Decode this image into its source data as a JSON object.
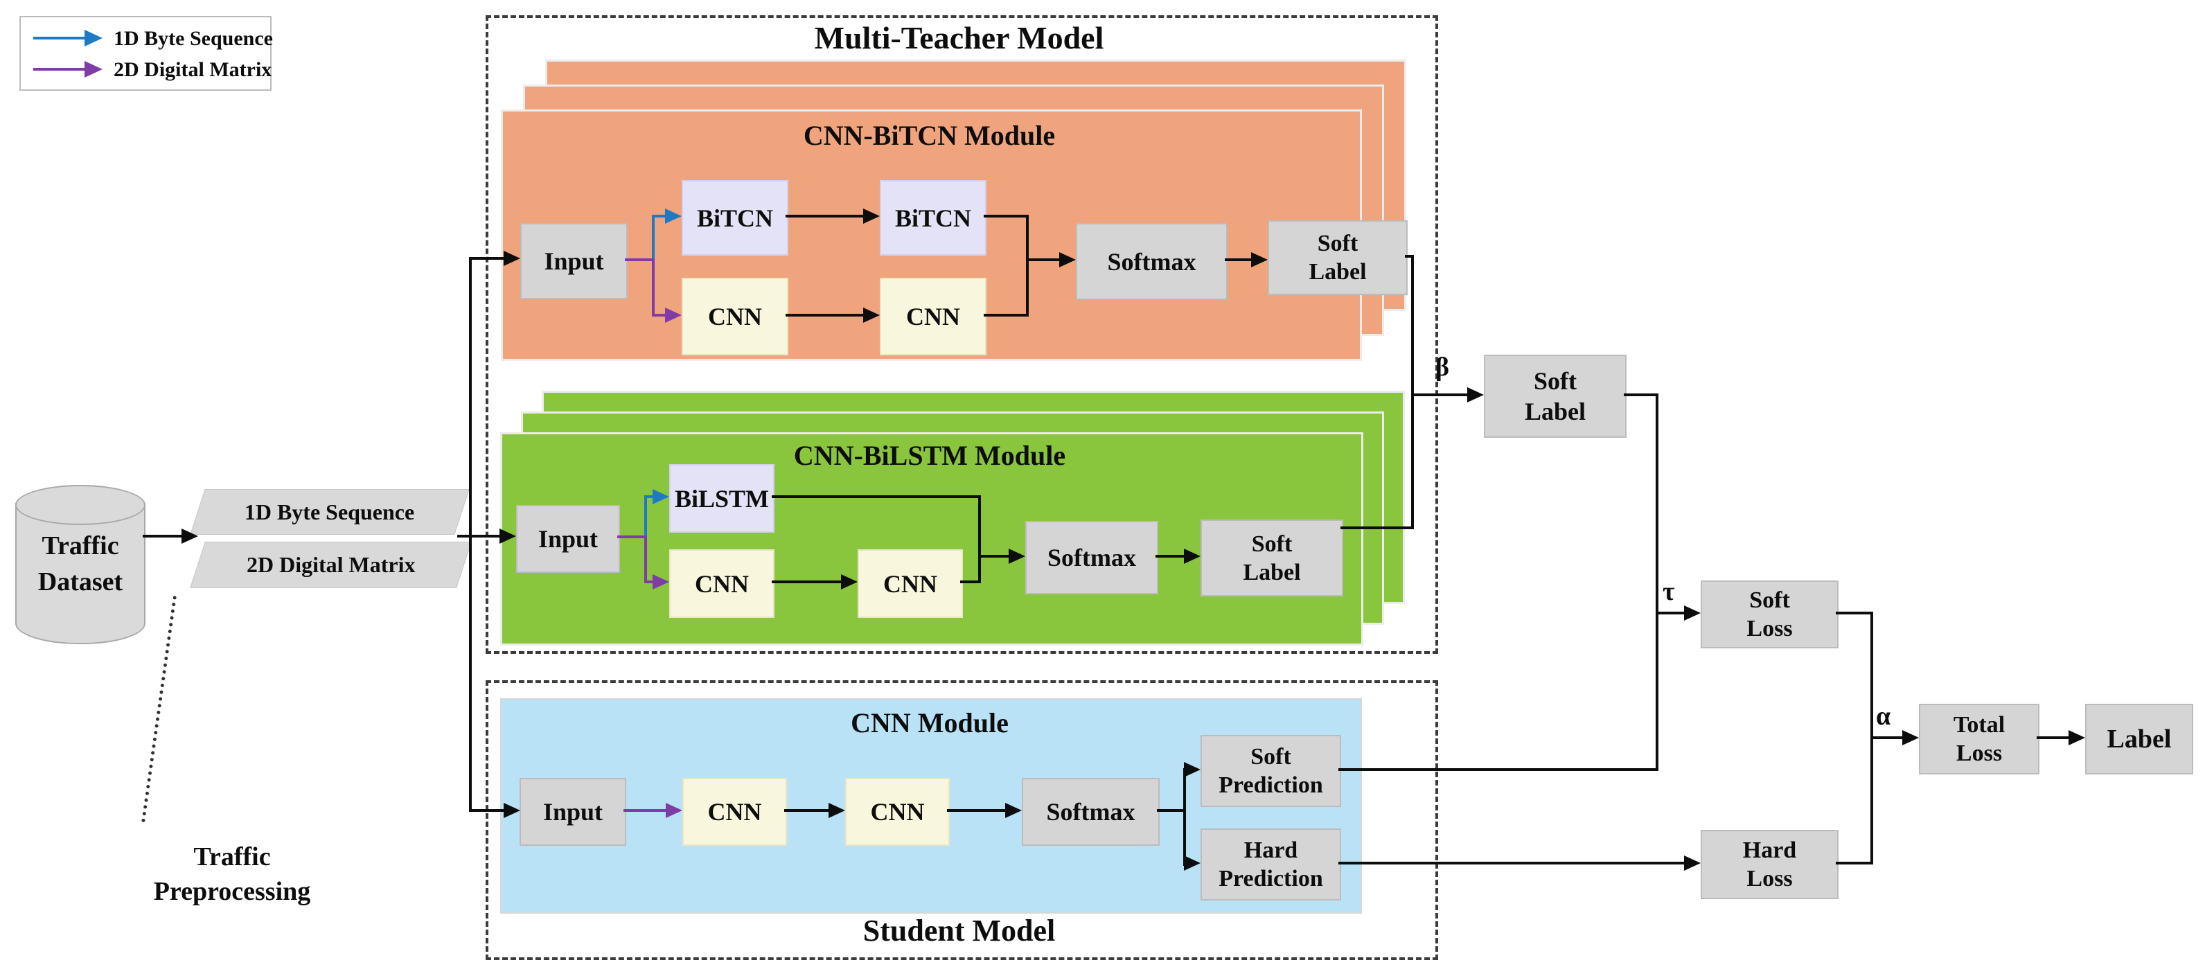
{
  "legend": {
    "items": [
      {
        "label": "1D Byte Sequence",
        "color": "#1E7AC4",
        "icon": "arrow-right-blue"
      },
      {
        "label": "2D Digital Matrix",
        "color": "#7E3CA4",
        "icon": "arrow-right-purple"
      }
    ]
  },
  "pipeline": {
    "dataset_l1": "Traffic",
    "dataset_l2": "Dataset",
    "seq_label": "1D Byte Sequence",
    "matrix_label": "2D Digital Matrix",
    "preprocess_l1": "Traffic",
    "preprocess_l2": "Preprocessing"
  },
  "multi_teacher": {
    "title": "Multi-Teacher Model",
    "bitcn": {
      "title": "CNN-BiTCN Module",
      "input": "Input",
      "bitcn1": "BiTCN",
      "bitcn2": "BiTCN",
      "cnn1": "CNN",
      "cnn2": "CNN",
      "softmax": "Softmax",
      "soft_label_l1": "Soft",
      "soft_label_l2": "Label"
    },
    "bilstm": {
      "title": "CNN-BiLSTM Module",
      "input": "Input",
      "bilstm": "BiLSTM",
      "cnn1": "CNN",
      "cnn2": "CNN",
      "softmax": "Softmax",
      "soft_label_l1": "Soft",
      "soft_label_l2": "Label"
    }
  },
  "student": {
    "title": "Student Model",
    "module_title": "CNN Module",
    "input": "Input",
    "cnn1": "CNN",
    "cnn2": "CNN",
    "softmax": "Softmax",
    "soft_pred_l1": "Soft",
    "soft_pred_l2": "Prediction",
    "hard_pred_l1": "Hard",
    "hard_pred_l2": "Prediction"
  },
  "fusion": {
    "beta": "β",
    "tau": "τ",
    "alpha": "α",
    "soft_label_l1": "Soft",
    "soft_label_l2": "Label",
    "soft_loss_l1": "Soft",
    "soft_loss_l2": "Loss",
    "hard_loss_l1": "Hard",
    "hard_loss_l2": "Loss",
    "total_loss_l1": "Total",
    "total_loss_l2": "Loss",
    "label": "Label"
  },
  "colors": {
    "teacher_bitcn_panel": "#F0A47E",
    "teacher_bilstm_panel": "#8AC53E",
    "student_panel": "#B9E2F6",
    "recurrent_box": "#E4E2F6",
    "cnn_box": "#F8F6DD",
    "gray_box": "#D5D5D5",
    "arrow_1d_byte": "#1E7AC4",
    "arrow_2d_matrix": "#7E3CA4",
    "line": "#0d0d0d"
  }
}
